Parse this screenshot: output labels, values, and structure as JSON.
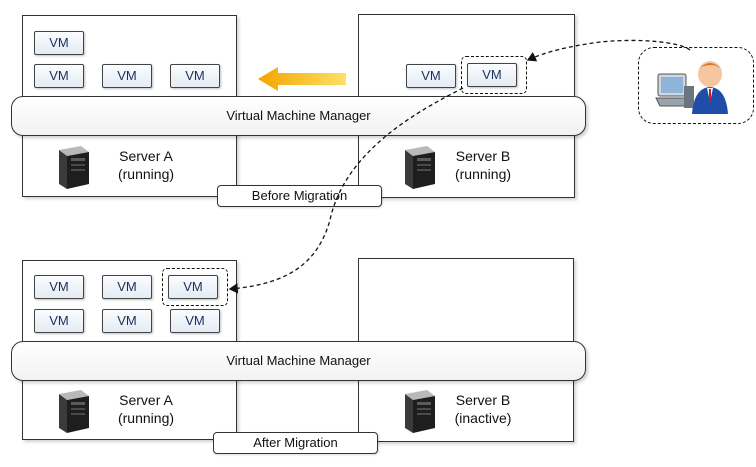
{
  "before": {
    "caption": "Before Migration",
    "vmm_label": "Virtual Machine Manager",
    "server_a": {
      "name": "Server A",
      "status": "(running)",
      "vms": [
        "VM",
        "VM",
        "VM",
        "VM"
      ]
    },
    "server_b": {
      "name": "Server B",
      "status": "(running)",
      "vms": [
        "VM",
        "VM"
      ]
    }
  },
  "after": {
    "caption": "After Migration",
    "vmm_label": "Virtual Machine Manager",
    "server_a": {
      "name": "Server A",
      "status": "(running)",
      "vms": [
        "VM",
        "VM",
        "VM",
        "VM",
        "VM",
        "VM"
      ]
    },
    "server_b": {
      "name": "Server B",
      "status": "(inactive)"
    }
  },
  "colors": {
    "arrow": "#f5b000",
    "vm_text": "#1c2f5a",
    "dashed": "#111111"
  },
  "icons": {
    "server": "server-tower-icon",
    "user": "user-at-computer-icon",
    "arrow": "left-arrow-icon"
  }
}
